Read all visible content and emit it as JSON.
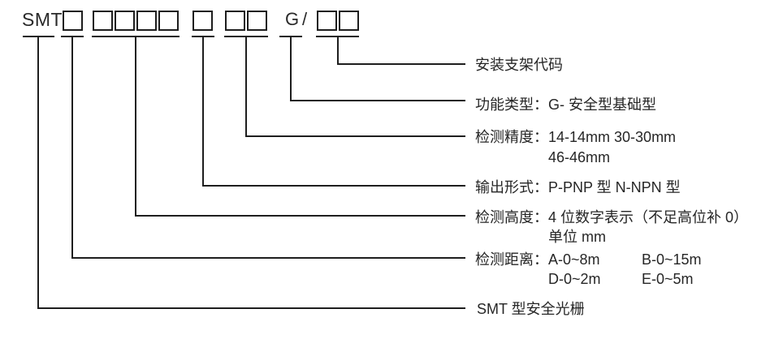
{
  "code": {
    "prefix": "SMT",
    "function_code": "G",
    "separator": "/"
  },
  "labels": {
    "bracket": {
      "text": "安装支架代码"
    },
    "function": {
      "text": "功能类型：G- 安全型基础型"
    },
    "accuracy": {
      "line1": "检测精度：14-14mm 30-30mm",
      "line2": "46-46mm"
    },
    "output": {
      "text": "输出形式：P-PNP 型 N-NPN 型"
    },
    "height": {
      "line1": "检测高度：4 位数字表示（不足高位补 0）",
      "line2": "单位 mm"
    },
    "distance": {
      "prefix": "检测距离：",
      "a": "A-0~8m",
      "b": "B-0~15m",
      "d": "D-0~2m",
      "e": "E-0~5m"
    },
    "series": {
      "text": "SMT 型安全光栅"
    }
  }
}
